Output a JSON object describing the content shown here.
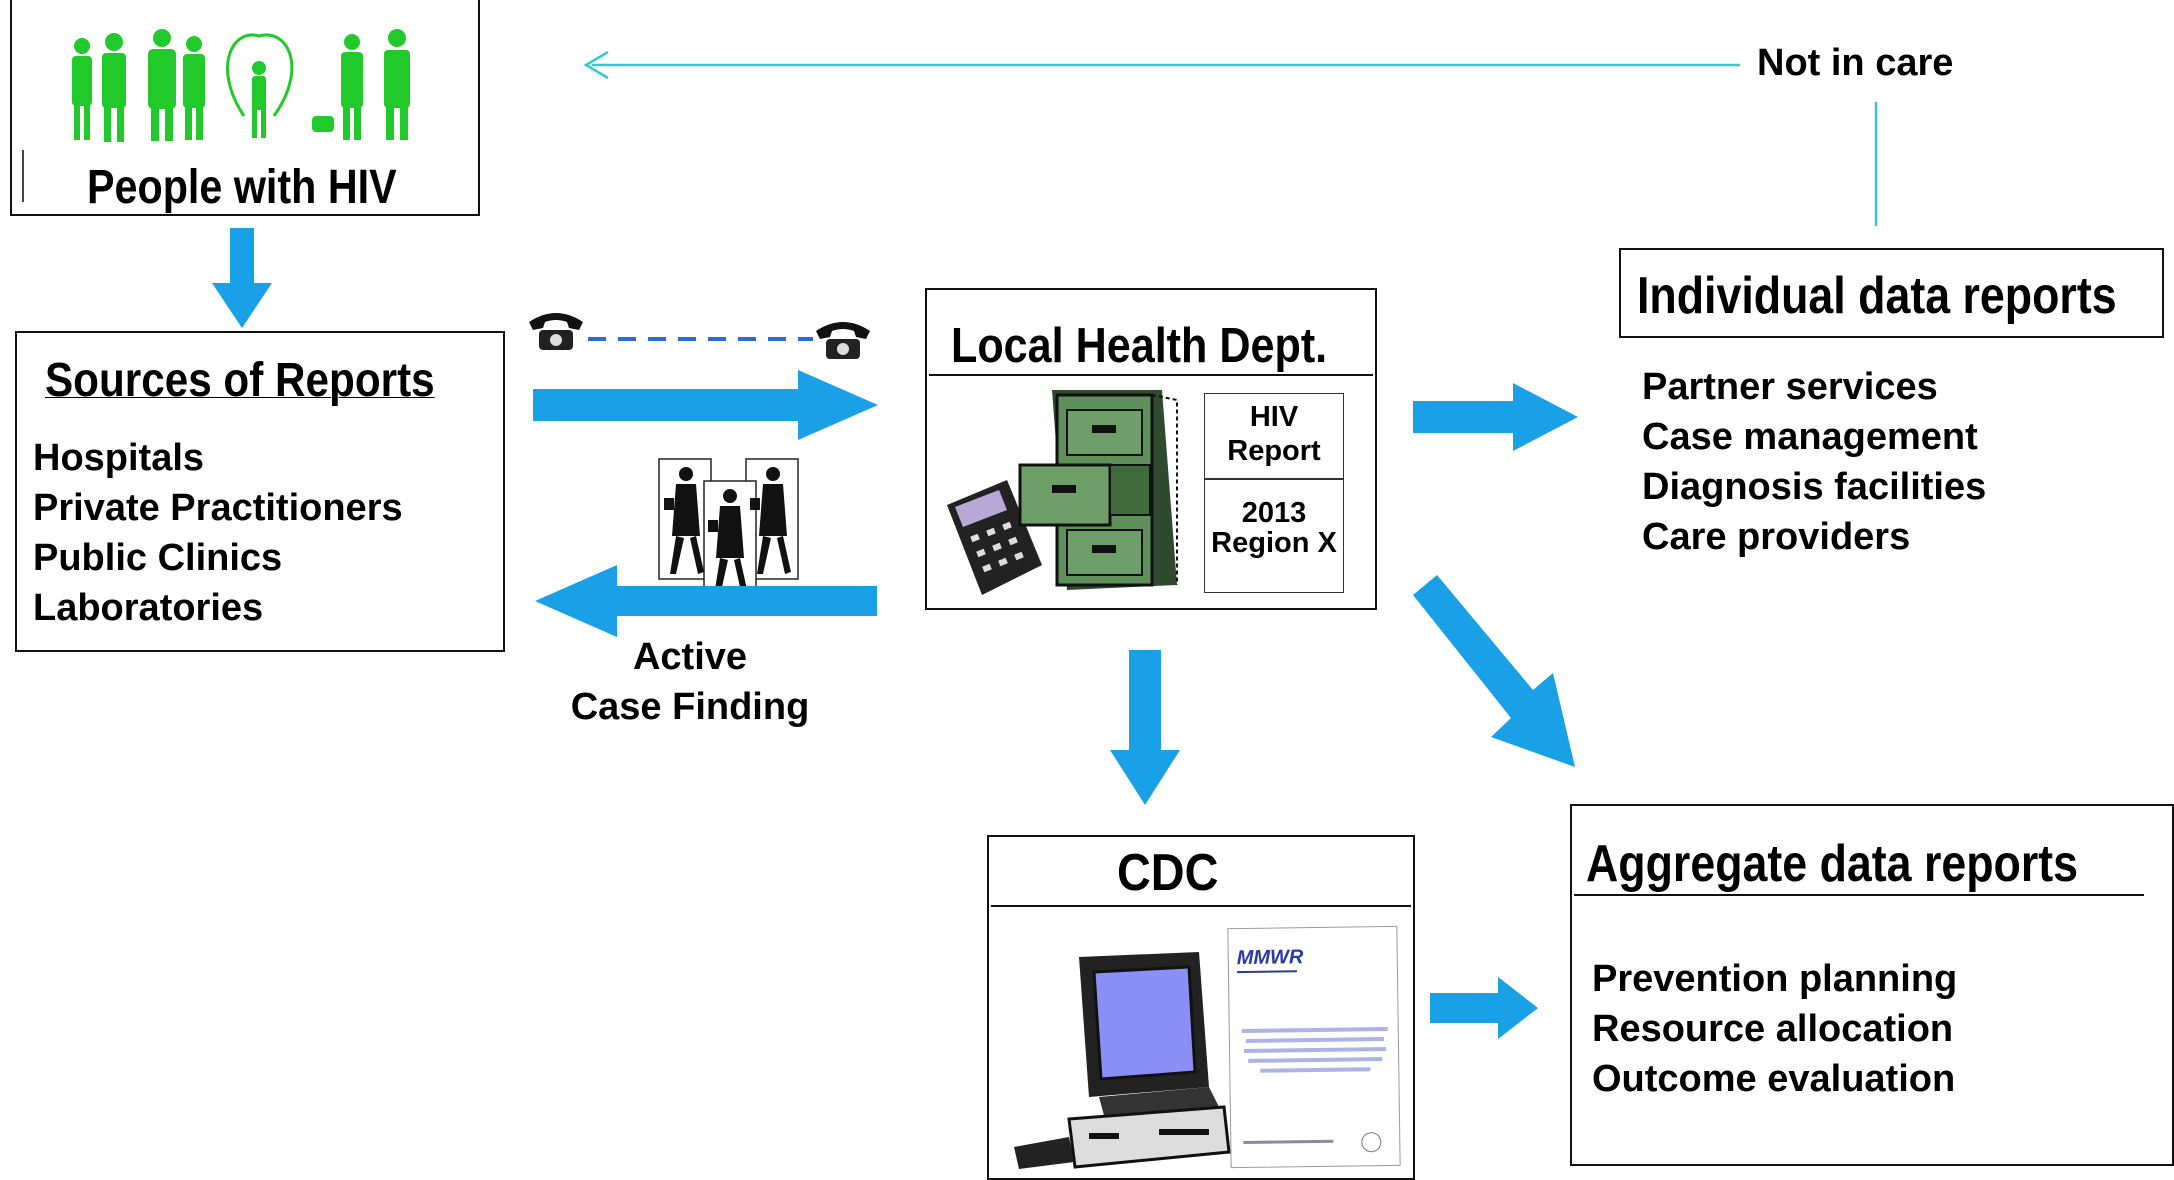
{
  "colors": {
    "arrow": "#1aa0e6",
    "silhouette": "#22c92a",
    "thin_arrow": "#37c6d4",
    "monitor_screen": "#8a8ff5",
    "cabinet": "#5f8f5a",
    "dashed_line": "#2d6bd6"
  },
  "people_box": {
    "title": "People with HIV"
  },
  "sources_box": {
    "title": "Sources of Reports",
    "items": [
      "Hospitals",
      "Private Practitioners",
      "Public Clinics",
      "Laboratories"
    ]
  },
  "active_case_finding": {
    "line1": "Active",
    "line2": "Case Finding"
  },
  "health_dept_box": {
    "title": "Local Health Dept.",
    "report_line1": "HIV",
    "report_line2": "Report",
    "report_line3": "2013",
    "report_line4": "Region X"
  },
  "not_in_care": "Not in care",
  "individual_box": {
    "title": "Individual data reports",
    "items": [
      "Partner services",
      "Case management",
      "Diagnosis facilities",
      "Care providers"
    ]
  },
  "cdc_box": {
    "title": "CDC",
    "doc_logo": "MMWR"
  },
  "aggregate_box": {
    "title": "Aggregate data reports",
    "items": [
      "Prevention planning",
      "Resource allocation",
      "Outcome evaluation"
    ]
  },
  "icons": [
    "silhouettes-icon",
    "telephone-icon",
    "walking-women-icon",
    "file-cabinet-icon",
    "calculator-icon",
    "computer-icon",
    "document-icon"
  ]
}
